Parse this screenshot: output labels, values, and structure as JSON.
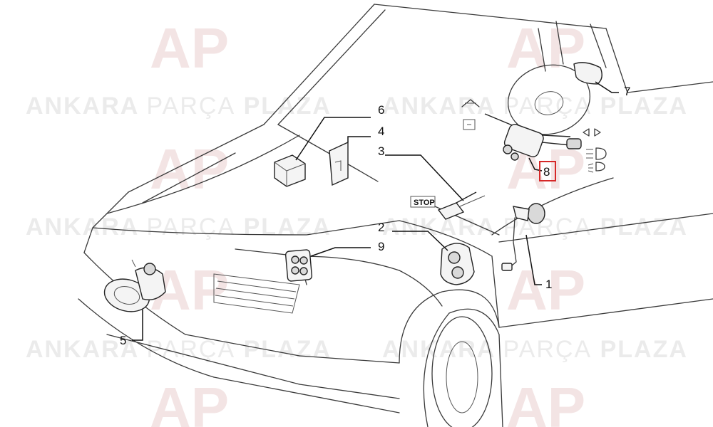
{
  "watermark": {
    "brand_bold_1": "ANKARA",
    "brand_light": "PARÇA",
    "brand_bold_2": "PLAZA",
    "logo_text": "AP"
  },
  "callouts": {
    "c1": "1",
    "c2": "2",
    "c3": "3",
    "c4": "4",
    "c5": "5",
    "c6": "6",
    "c7": "7",
    "c8": "8",
    "c9": "9"
  },
  "stop_label": "STOP",
  "highlight_color": "#d62828",
  "icons": [
    "wiper-washer-icon",
    "turn-signal-arrows-icon",
    "headlight-icon",
    "fog-light-icon"
  ]
}
